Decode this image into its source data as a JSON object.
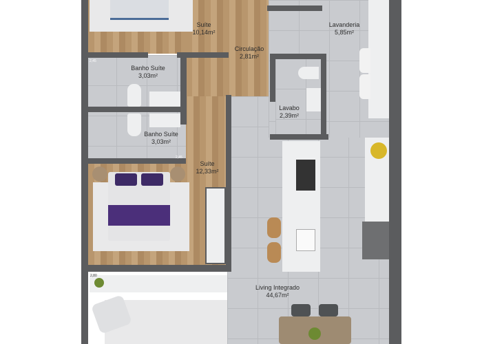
{
  "rooms": [
    {
      "name": "Suíte",
      "area": "10,14m²"
    },
    {
      "name": "Circulação",
      "area": "2,81m²"
    },
    {
      "name": "Banho Suíte",
      "area": "3,03m²"
    },
    {
      "name": "Banho Suíte",
      "area": "3,03m²"
    },
    {
      "name": "Suíte",
      "area": "12,33m²"
    },
    {
      "name": "Lavanderia",
      "area": "5,85m²"
    },
    {
      "name": "Lavabo",
      "area": "2,39m²"
    },
    {
      "name": "Living Integrado",
      "area": "44,67m²"
    }
  ],
  "dimensions": [
    "2,45",
    "2,45",
    "2,80"
  ],
  "colors": {
    "wall": "#5b5c5e",
    "wood_floor": "#b8966d",
    "tile_floor": "#c9cbcf",
    "bed_accent": "#4b2f7a"
  }
}
